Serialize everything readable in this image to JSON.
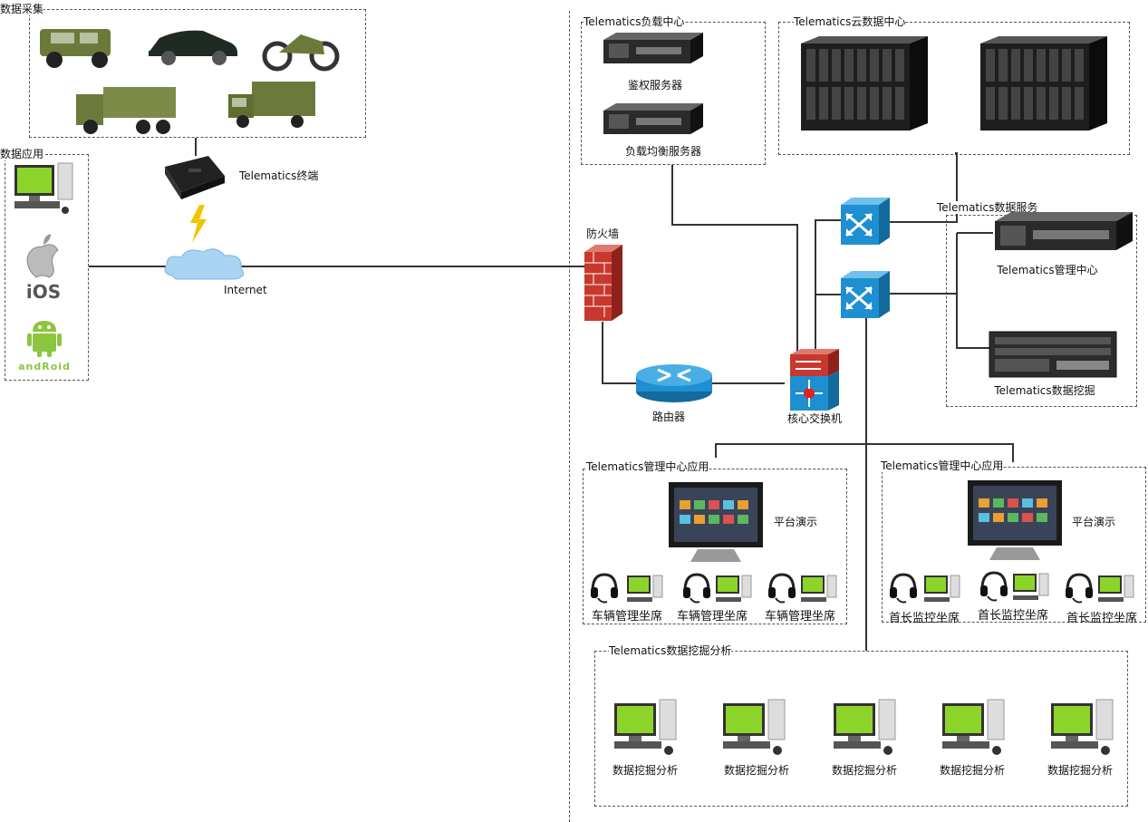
{
  "zones": {
    "data_collection": "数据采集",
    "data_application": "数据应用",
    "load_center": "Telematics负载中心",
    "cloud_center": "Telematics云数据中心",
    "data_service": "Telematics数据服务",
    "mgmt_app_left": "Telematics管理中心应用",
    "mgmt_app_right": "Telematics管理中心应用",
    "data_mining_analysis": "Telematics数据挖掘分析"
  },
  "devices": {
    "terminal": "Telematics终端",
    "internet": "Internet",
    "firewall": "防火墙",
    "router": "路由器",
    "core_switch": "核心交换机",
    "auth_server": "鉴权服务器",
    "lb_server": "负载均衡服务器",
    "mgmt_center": "Telematics管理中心",
    "data_mining": "Telematics数据挖掘",
    "ios_text": "iOS",
    "android_text": "andRoid"
  },
  "mgmt_left": {
    "demo": "平台演示",
    "seats": [
      "车辆管理坐席",
      "车辆管理坐席",
      "车辆管理坐席"
    ]
  },
  "mgmt_right": {
    "demo": "平台演示",
    "seats": [
      "首长监控坐席",
      "首长监控坐席",
      "首长监控坐席"
    ]
  },
  "analysis": {
    "stations": [
      "数据挖掘分析",
      "数据挖掘分析",
      "数据挖掘分析",
      "数据挖掘分析",
      "数据挖掘分析"
    ]
  },
  "colors": {
    "line": "#333333",
    "switch_blue": "#1e8fd0",
    "firewall_red": "#c8382e",
    "android_green": "#8cc63f",
    "screen_green": "#8dd42a",
    "army_green": "#6b7a3a"
  }
}
